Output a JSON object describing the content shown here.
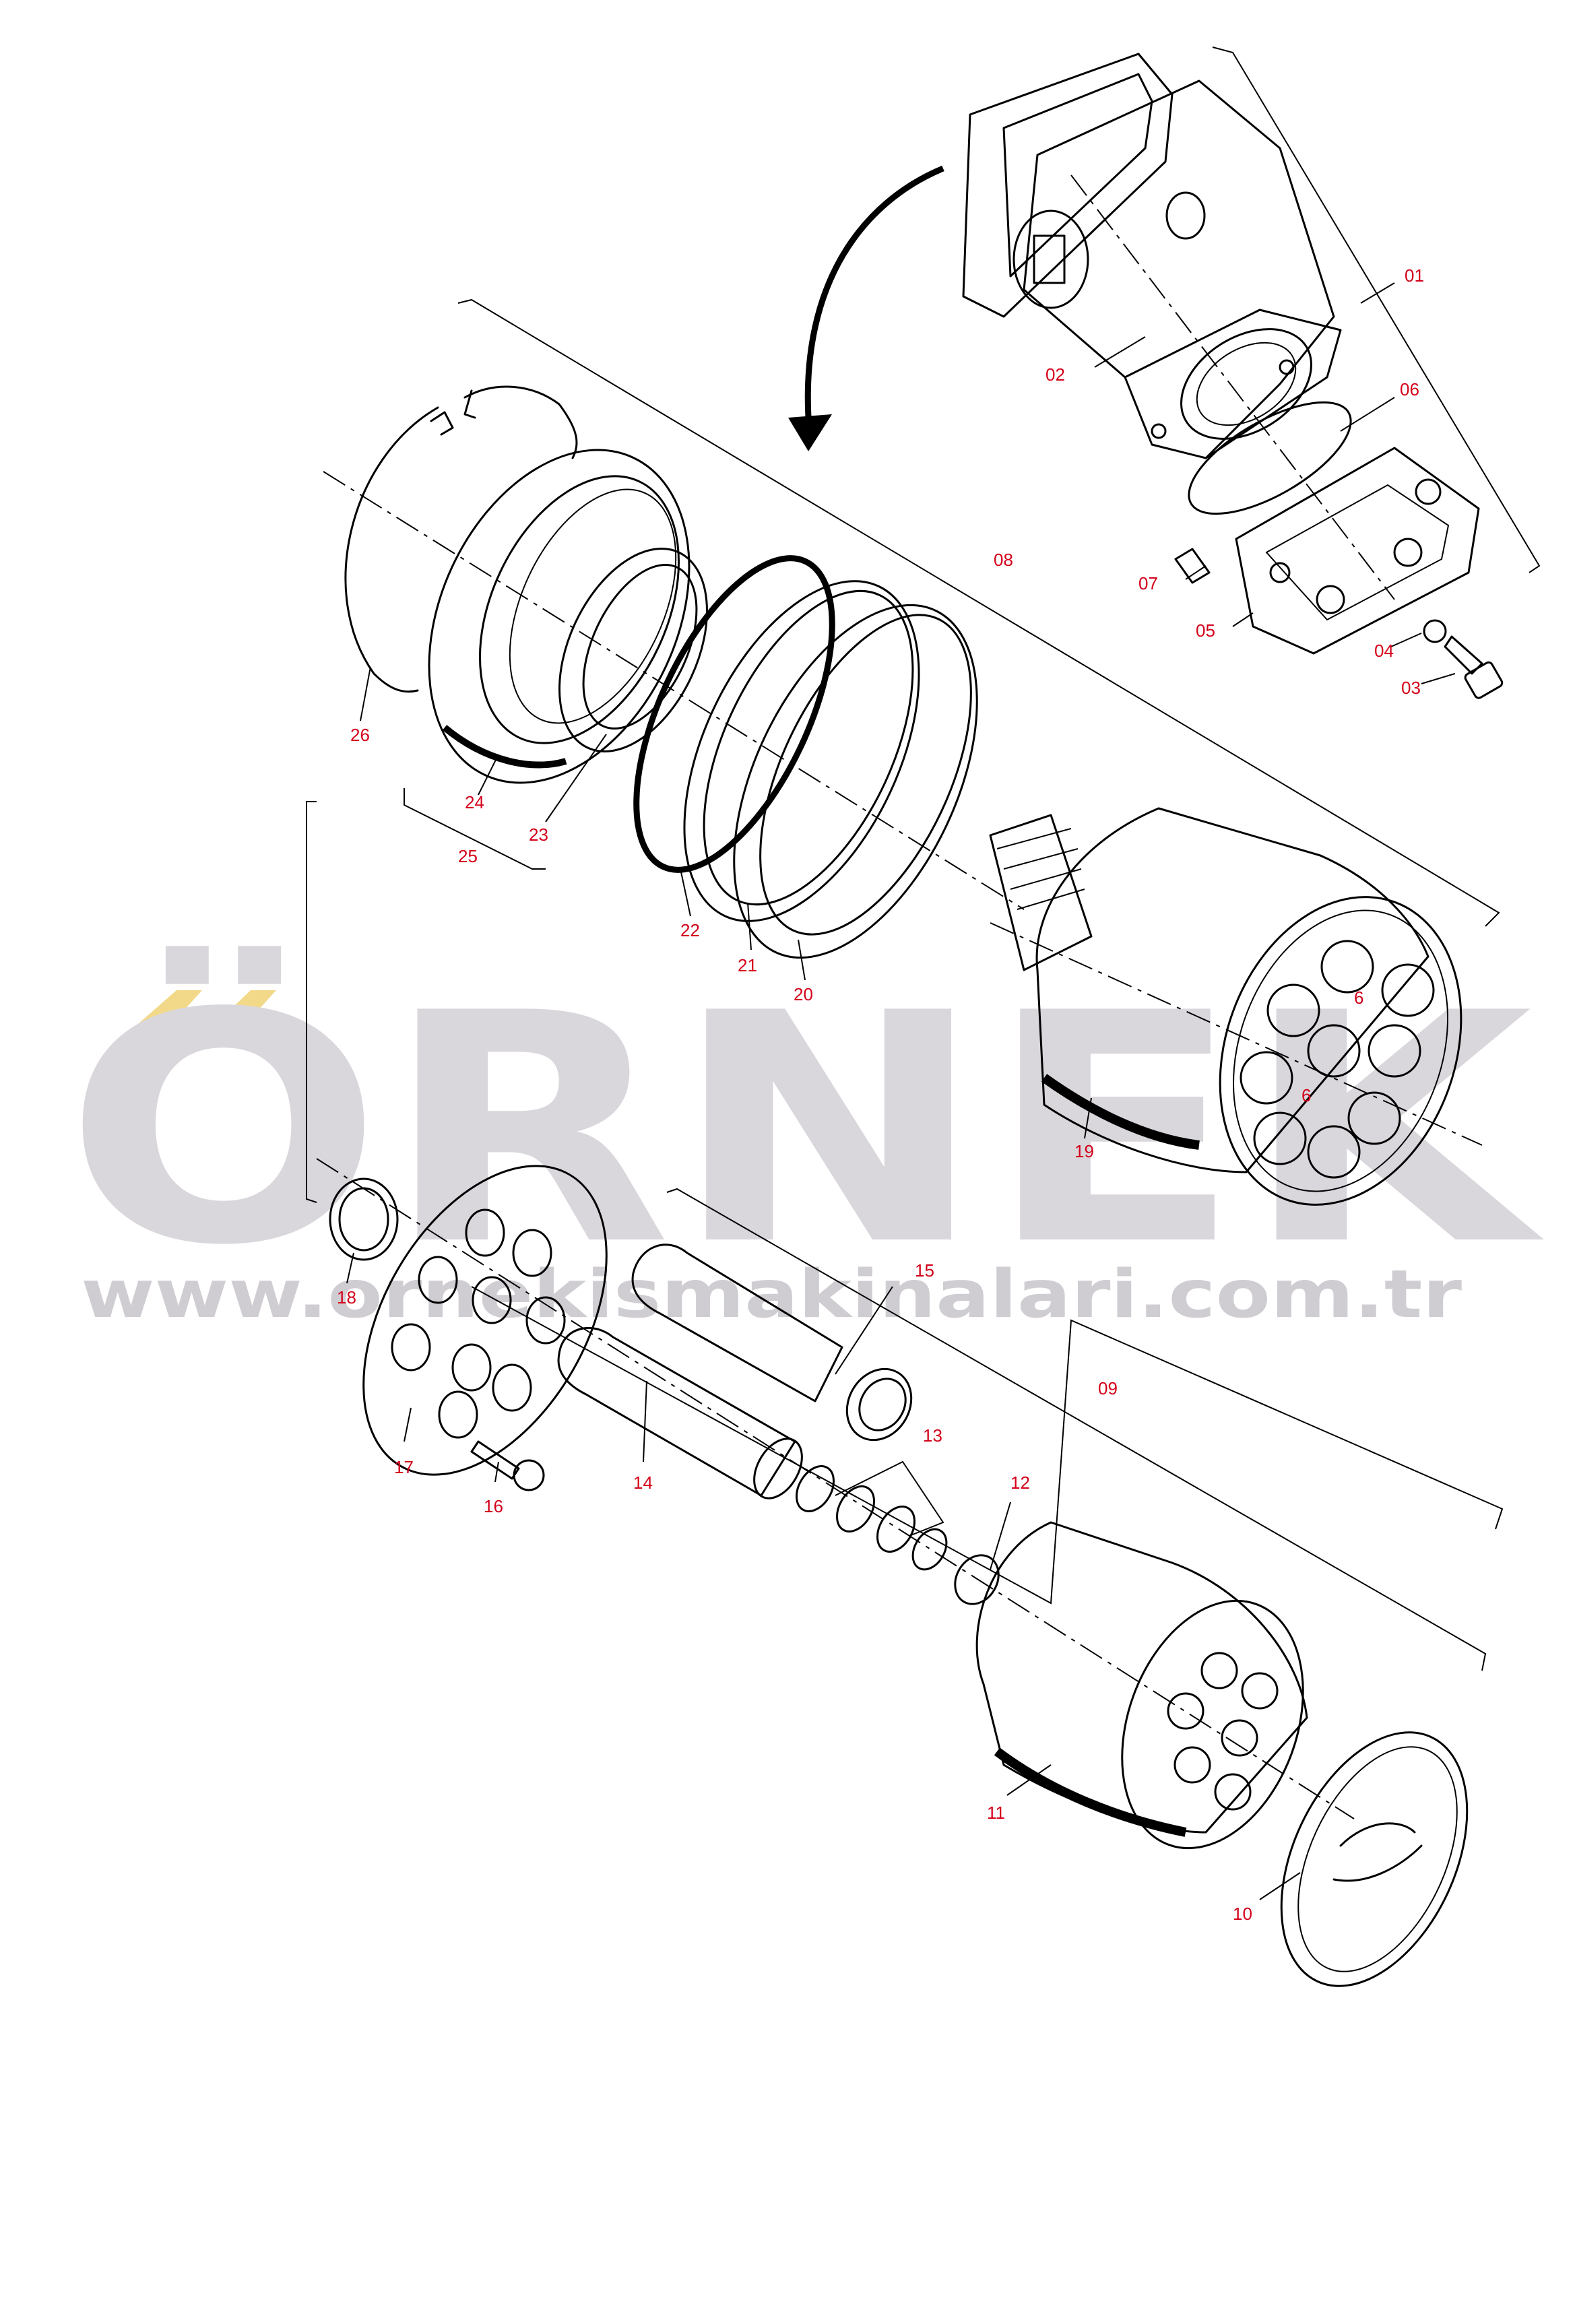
{
  "watermark": {
    "brand": "ÖRNEK",
    "url": "www.ornekismakinalari.com.tr",
    "brand_color": "#d9d7dc",
    "accent_color": "#f2d98a"
  },
  "label_color": "#d4001a",
  "labels": {
    "p01": "01",
    "p02": "02",
    "p03": "03",
    "p04": "04",
    "p05": "05",
    "p06": "06",
    "p07": "07",
    "p08": "08",
    "p09": "09",
    "p10": "10",
    "p11": "11",
    "p12": "12",
    "p13": "13",
    "p14": "14",
    "p15": "15",
    "p16": "16",
    "p17": "17",
    "p18": "18",
    "p19": "19",
    "p20": "20",
    "p21": "21",
    "p22": "22",
    "p23": "23",
    "p24": "24",
    "p25": "25",
    "p26": "26",
    "p6a": "6",
    "p6b": "6"
  }
}
